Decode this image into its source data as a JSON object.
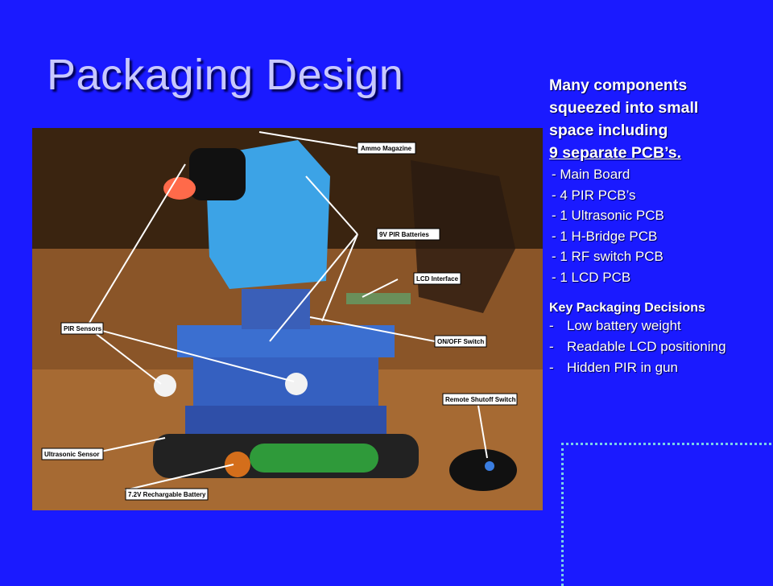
{
  "title": "Packaging Design",
  "intro": {
    "line1": "Many components",
    "line2": "squeezed into small",
    "line3": "space including",
    "line4": "9 separate PCB’s."
  },
  "pcb_items": [
    " - Main Board",
    " - 4 PIR PCB’s",
    " - 1 Ultrasonic PCB",
    " - 1 H-Bridge PCB",
    " - 1 RF switch PCB",
    " - 1 LCD PCB"
  ],
  "key_title": "Key Packaging Decisions",
  "decisions": [
    {
      "dash": "-",
      "text": "Low battery weight"
    },
    {
      "dash": "-",
      "text": "Readable LCD positioning"
    },
    {
      "dash": "-",
      "text": "Hidden PIR in gun"
    }
  ],
  "photo_labels": {
    "ammo": "Ammo Magazine",
    "pir_batt": "9V PIR Batteries",
    "lcd": "LCD Interface",
    "pir_sensors": "PIR Sensors",
    "onoff": "ON/OFF Switch",
    "remote": "Remote Shutoff Switch",
    "ultrasonic": "Ultrasonic Sensor",
    "battery": "7.2V Rechargable Battery"
  },
  "colors": {
    "background": "#1a1aff",
    "title": "#c8c8ff",
    "frame_dots": "#7ad0e8"
  }
}
